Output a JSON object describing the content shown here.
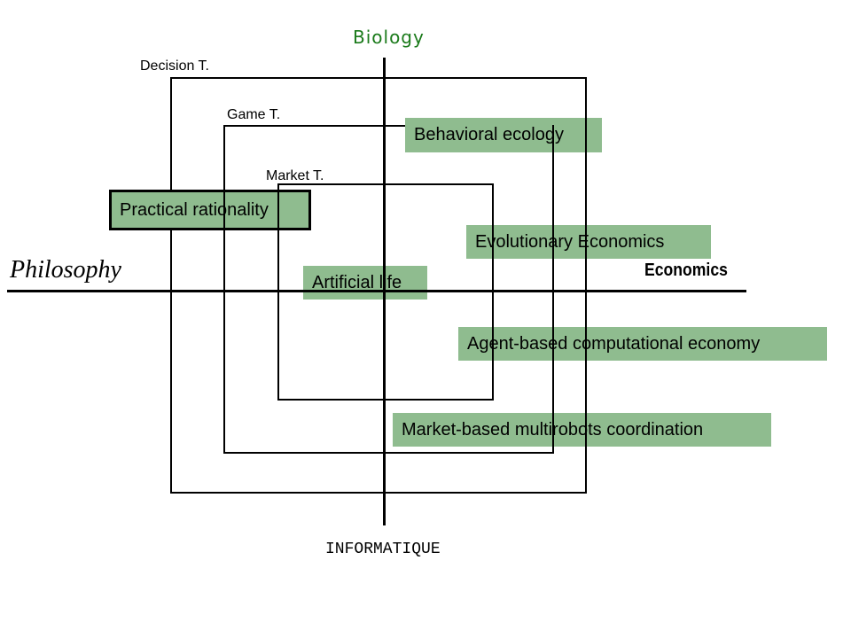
{
  "axes": {
    "top_label": "Biology",
    "left_label": "Philosophy",
    "right_label": "Economics",
    "bottom_label": "INFORMATIQUE"
  },
  "frames": {
    "decision": "Decision T.",
    "game": "Game T.",
    "market": "Market T."
  },
  "fields": {
    "behavioral_ecology": "Behavioral ecology",
    "practical_rationality": "Practical rationality",
    "evolutionary_economics": "Evolutionary Economics",
    "artificial_life": "Artificial life",
    "agent_based": "Agent-based computational economy",
    "market_based": "Market-based multirobots coordination"
  },
  "colors": {
    "box_fill": "#8fbc8f",
    "biology_text": "#1a7a1a",
    "lines": "#000000"
  }
}
